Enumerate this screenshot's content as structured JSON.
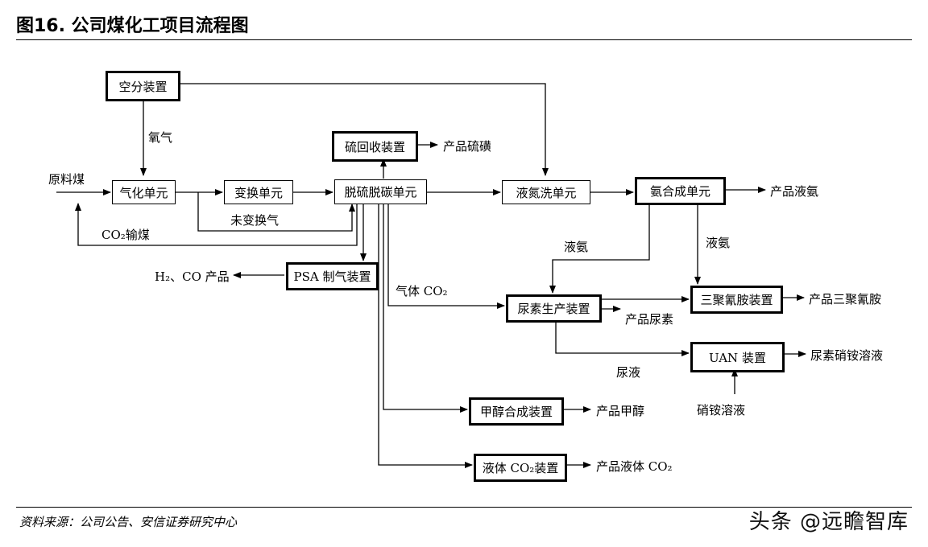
{
  "header": {
    "title": "图16. 公司煤化工项目流程图"
  },
  "boxes": {
    "air_separation": "空分装置",
    "gasification": "气化单元",
    "shift": "变换单元",
    "desulfurization": "脱硫脱碳单元",
    "sulfur_recovery": "硫回收装置",
    "nitrogen_wash": "液氮洗单元",
    "ammonia_synthesis": "氨合成单元",
    "psa": "PSA 制气装置",
    "urea": "尿素生产装置",
    "melamine": "三聚氰胺装置",
    "uan": "UAN 装置",
    "methanol": "甲醇合成装置",
    "liquid_co2": "液体 CO₂装置"
  },
  "labels": {
    "raw_coal": "原料煤",
    "oxygen": "氧气",
    "unshifted_gas": "未变换气",
    "co2_coal_transport": "CO₂输煤",
    "product_sulfur": "产品硫磺",
    "product_liquid_ammonia": "产品液氨",
    "liquid_ammonia_1": "液氨",
    "liquid_ammonia_2": "液氨",
    "h2_co_product": "H₂、CO 产品",
    "gaseous_co2": "气体 CO₂",
    "product_urea": "产品尿素",
    "product_melamine": "产品三聚氰胺",
    "urea_liquor": "尿液",
    "product_uan": "尿素硝铵溶液",
    "ammonium_nitrate_solution": "硝铵溶液",
    "product_methanol": "产品甲醇",
    "product_liquid_co2": "产品液体 CO₂"
  },
  "footer": {
    "source": "资料来源：公司公告、安信证券研究中心",
    "watermark": "头条 @远瞻智库"
  }
}
